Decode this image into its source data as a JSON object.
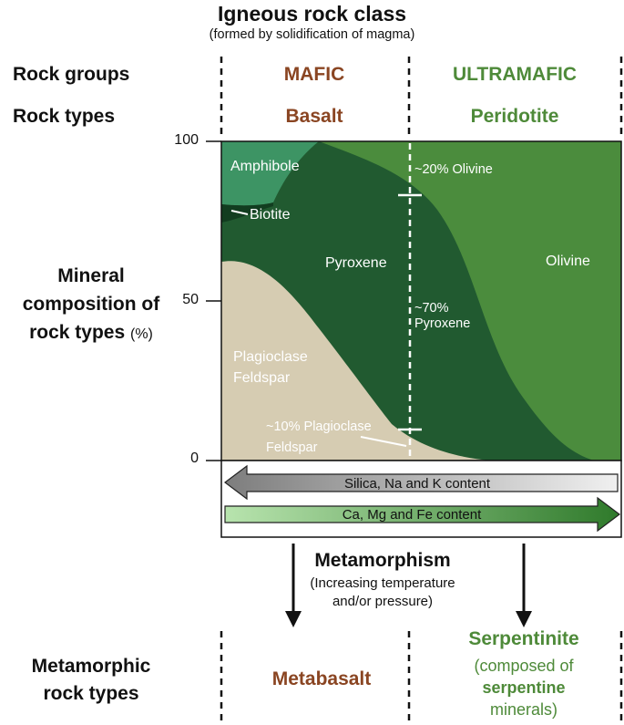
{
  "title": "Igneous rock class",
  "subtitle": "(formed by solidification of magma)",
  "row_labels": {
    "groups": "Rock groups",
    "types": "Rock types"
  },
  "columns": {
    "left": {
      "group": "MAFIC",
      "type": "Basalt",
      "metamorphic": "Metabasalt"
    },
    "right": {
      "group": "ULTRAMAFIC",
      "type": "Peridotite",
      "metamorphic": "Serpentinite",
      "metamorphic_note_1": "(composed of",
      "metamorphic_note_2": "serpentine",
      "metamorphic_note_3": "minerals)"
    }
  },
  "y_axis": {
    "label_1": "Mineral",
    "label_2": "composition of",
    "label_3": "rock types",
    "unit": "(%)",
    "ticks": [
      "100",
      "50",
      "0"
    ],
    "range": [
      0,
      100
    ]
  },
  "minerals": {
    "amphibole": "Amphibole",
    "biotite": "Biotite",
    "pyroxene": "Pyroxene",
    "olivine": "Olivine",
    "plagioclase_1": "Plagioclase",
    "plagioclase_2": "Feldspar"
  },
  "annotations": {
    "olivine": "~20% Olivine",
    "pyroxene_1": "~70%",
    "pyroxene_2": "Pyroxene",
    "plagioclase_1": "~10% Plagioclase",
    "plagioclase_2": "Feldspar"
  },
  "arrows": {
    "silica": "Silica, Na and K content",
    "camgfe": "Ca, Mg and Fe content"
  },
  "metamorphism": {
    "title": "Metamorphism",
    "sub_1": "(Increasing temperature",
    "sub_2": "and/or pressure)",
    "row_label_1": "Metamorphic",
    "row_label_2": "rock types"
  },
  "colors": {
    "olivine": "#4b8c3d",
    "pyroxene": "#215a30",
    "amphibole": "#3d9464",
    "plagioclase": "#d6ccb2",
    "mafic_text": "#8a4522",
    "ultramafic_text": "#4e8a39"
  }
}
